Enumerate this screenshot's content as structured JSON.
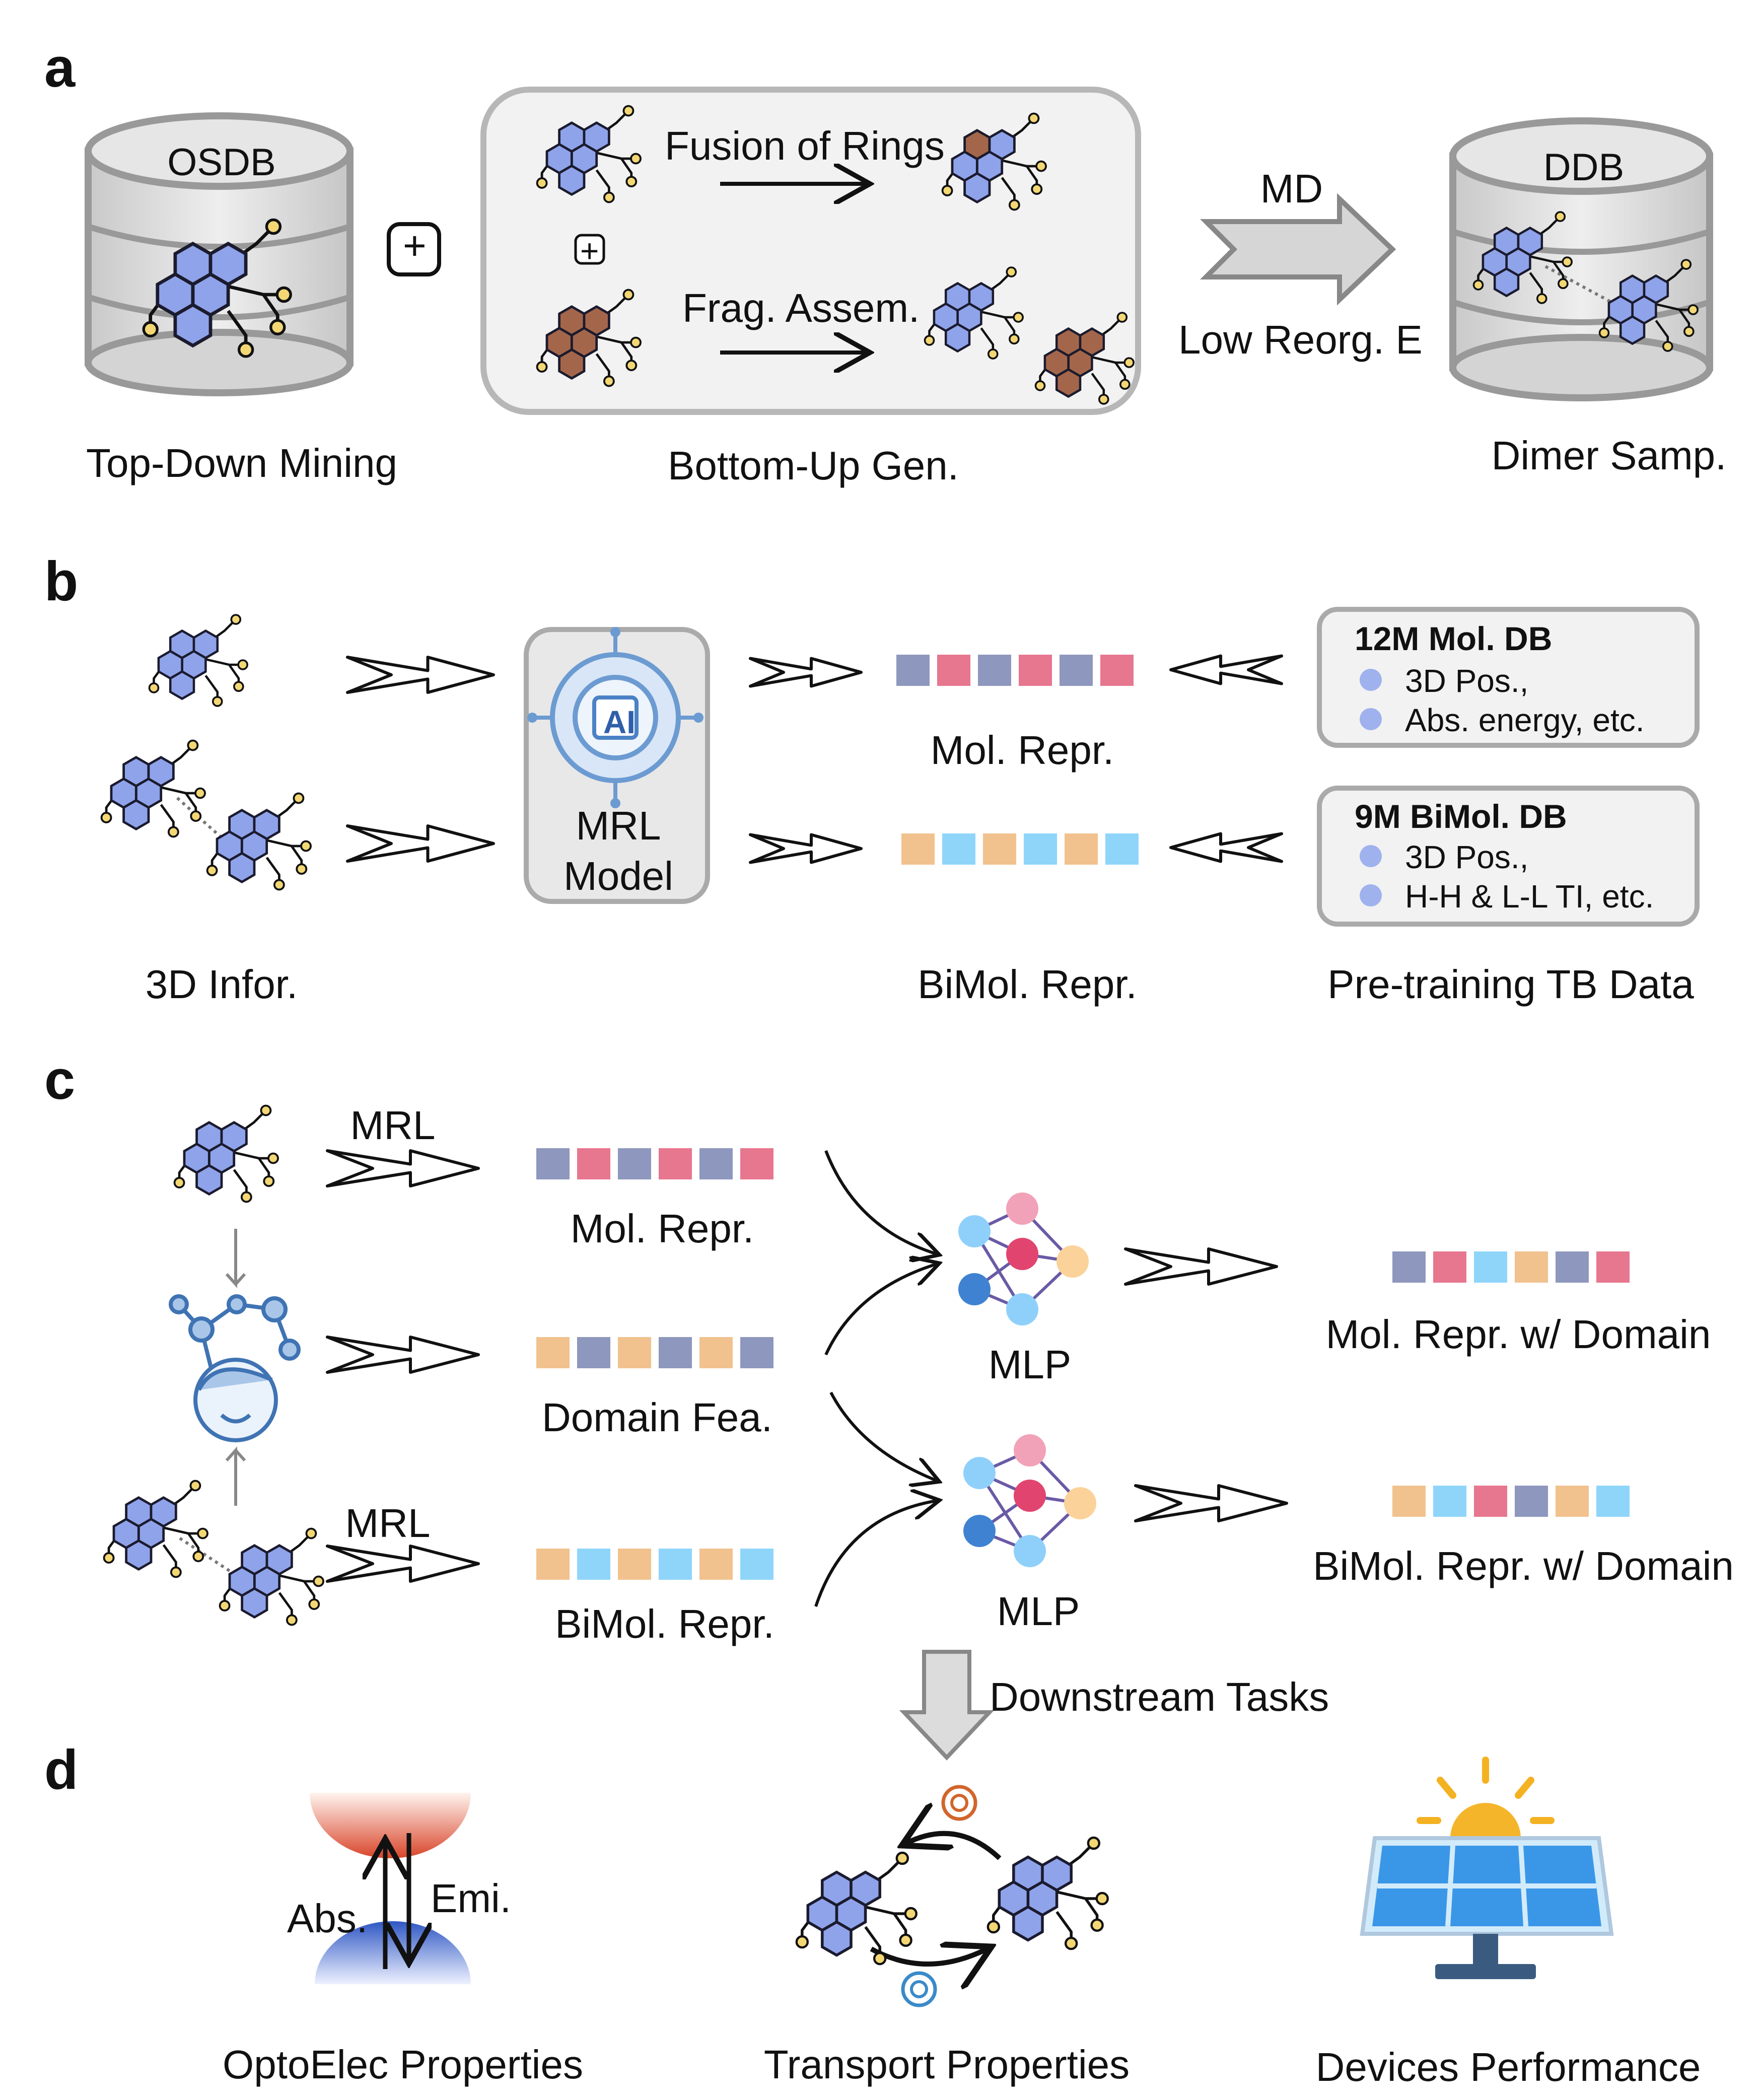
{
  "panels": {
    "a": {
      "letter": "a",
      "osdb": "OSDB",
      "plus": "+",
      "ops": {
        "fusion": "Fusion of  Rings",
        "frag": "Frag. Assem.",
        "plus_small": "+"
      },
      "md": "MD",
      "low_reorg": "Low Reorg. E",
      "ddb": "DDB",
      "captions": {
        "top_down": "Top-Down Mining",
        "bottom_up": "Bottom-Up Gen.",
        "dimer": "Dimer Samp."
      }
    },
    "b": {
      "letter": "b",
      "model": {
        "icon_text": "AI",
        "line1": "MRL",
        "line2": "Model"
      },
      "mol_repr": "Mol. Repr.",
      "bimol_repr": "BiMol. Repr.",
      "info_3d": "3D Infor.",
      "pretrain": "Pre-training TB Data",
      "db12m": {
        "title": "12M Mol. DB",
        "items": [
          "3D Pos.,",
          "Abs. energy, etc."
        ]
      },
      "db9m": {
        "title": "9M BiMol. DB",
        "items": [
          "3D Pos.,",
          "H-H & L-L TI, etc."
        ]
      }
    },
    "c": {
      "letter": "c",
      "mrl_top": "MRL",
      "mrl_bottom": "MRL",
      "mol_repr": "Mol. Repr.",
      "domain_fea": "Domain Fea.",
      "bimol_repr": "BiMol. Repr.",
      "mlp_top": "MLP",
      "mlp_bottom": "MLP",
      "mol_domain": "Mol. Repr. w/ Domain",
      "bimol_domain": "BiMol. Repr. w/ Domain",
      "downstream": "Downstream Tasks"
    },
    "d": {
      "letter": "d",
      "abs": "Abs.",
      "emi": "Emi.",
      "opto": "OptoElec Properties",
      "transport": "Transport Properties",
      "devices": "Devices Performance"
    }
  },
  "colors": {
    "blue_hex": "#8fa3ea",
    "brown_hex": "#a4664a",
    "yellow_node": "#f3d774",
    "slate": "#8e97bd",
    "pink": "#e7768f",
    "orange": "#f1c28e",
    "sky": "#8fd5fa",
    "panel_border": "#b7b7b7",
    "panel_fill": "#f2f2f2"
  }
}
